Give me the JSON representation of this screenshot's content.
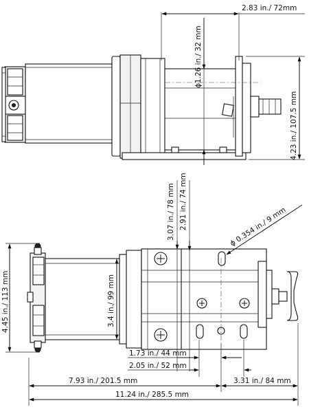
{
  "dimensions": {
    "top_offset": "2.83 in./ 72mm",
    "drum_diameter": "ϕ1.26 in./ 32 mm",
    "height": "4.23 in./ 107.5 mm",
    "side_a": "3.07 in./ 78 mm",
    "side_b": "2.91 in./ 74 mm",
    "hole_diameter": "ϕ 0.354 in./ 9 mm",
    "width": "4.45 in./ 113 mm",
    "motor_diameter": "3.4 in./ 99 mm",
    "hole_spacing_1": "1.73 in./ 44 mm",
    "hole_spacing_2": "2.05 in./ 52 mm",
    "length_motor": "7.93 in./ 201.5 mm",
    "length_right": "3.31 in./ 84 mm",
    "total_length": "11.24 in./ 285.5 mm"
  }
}
